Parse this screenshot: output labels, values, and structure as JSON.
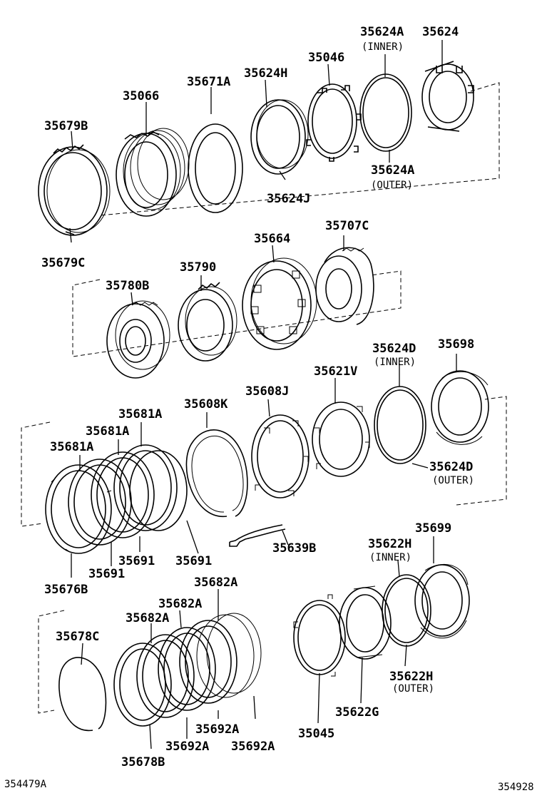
{
  "labels": {
    "p35679B": "35679B",
    "p35679C": "35679C",
    "p35066": "35066",
    "p35671A": "35671A",
    "p35624H": "35624H",
    "p35624J": "35624J",
    "p35046": "35046",
    "p35624A_top": "35624A",
    "p35624A_inner": "(INNER)",
    "p35624": "35624",
    "p35624A_bottom": "35624A",
    "p35624A_outer": "(OUTER)",
    "p35780B": "35780B",
    "p35790": "35790",
    "p35664": "35664",
    "p35707C": "35707C",
    "p35624D_top": "35624D",
    "p35624D_inner": "(INNER)",
    "p35698": "35698",
    "p35621V": "35621V",
    "p35608J": "35608J",
    "p35608K": "35608K",
    "p35681A_1": "35681A",
    "p35681A_2": "35681A",
    "p35681A_3": "35681A",
    "p35624D_bottom": "35624D",
    "p35624D_outer": "(OUTER)",
    "p35639B": "35639B",
    "p35691_1": "35691",
    "p35691_2": "35691",
    "p35691_3": "35691",
    "p35676B": "35676B",
    "p35699": "35699",
    "p35622H_top": "35622H",
    "p35622H_inner": "(INNER)",
    "p35622H_bottom": "35622H",
    "p35622H_outer": "(OUTER)",
    "p35682A_1": "35682A",
    "p35682A_2": "35682A",
    "p35682A_3": "35682A",
    "p35678C": "35678C",
    "p35678B": "35678B",
    "p35692A_1": "35692A",
    "p35692A_2": "35692A",
    "p35692A_3": "35692A",
    "p35045": "35045",
    "p35622G": "35622G",
    "footer_left": "354479A",
    "footer_right": "354928"
  }
}
